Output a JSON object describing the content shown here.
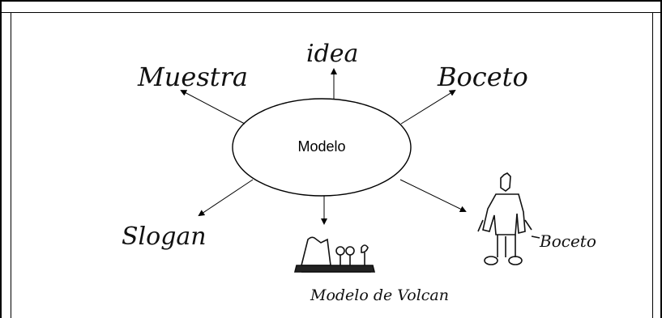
{
  "diagram": {
    "center": "Modelo",
    "labels": {
      "top_left": "Muestra",
      "top": "idea",
      "top_right": "Boceto",
      "bottom_left": "Slogan",
      "bottom": "Modelo de Volcan",
      "bottom_right": "Boceto"
    }
  }
}
